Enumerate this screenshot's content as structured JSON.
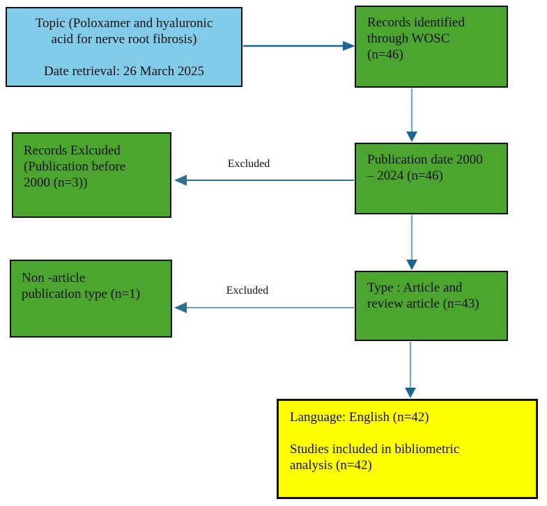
{
  "diagram": {
    "type": "flowchart",
    "description": "Bibliometric study selection flow diagram"
  },
  "colors": {
    "topic_box_fill": "#82CBE9",
    "process_box_fill": "#4CA52E",
    "result_box_fill": "#FFFF00",
    "box_border": "#111111",
    "text": "#111111",
    "arrow_dark": "#1C6492",
    "arrow_light": "#7CA9C6",
    "arrow_excluded_1": "#31708F",
    "arrow_excluded_2": "#6E9FBE"
  },
  "boxes": {
    "topic": {
      "lines": [
        "Topic (Poloxamer and hyaluronic",
        "acid for nerve root fibrosis)",
        "Date retrieval: 26 March 2025"
      ]
    },
    "records_identified": {
      "lines": [
        "Records identified",
        "through WOSC",
        "(n=46)"
      ]
    },
    "publication_date": {
      "lines": [
        "Publication date 2000",
        "– 2024 (n=46)"
      ]
    },
    "records_excluded": {
      "lines": [
        "Records Exlcuded",
        "(Publication before",
        "2000 (n=3))"
      ]
    },
    "non_article": {
      "lines": [
        "Non -article",
        "publication type (n=1)"
      ]
    },
    "type_filter": {
      "lines": [
        "Type : Article and",
        "review article (n=43)"
      ]
    },
    "included": {
      "lines": [
        "Language: English (n=42)",
        "Studies included in bibliometric",
        "analysis (n=42)"
      ]
    }
  },
  "arrow_labels": {
    "excluded_1": "Excluded",
    "excluded_2": "Excluded"
  }
}
